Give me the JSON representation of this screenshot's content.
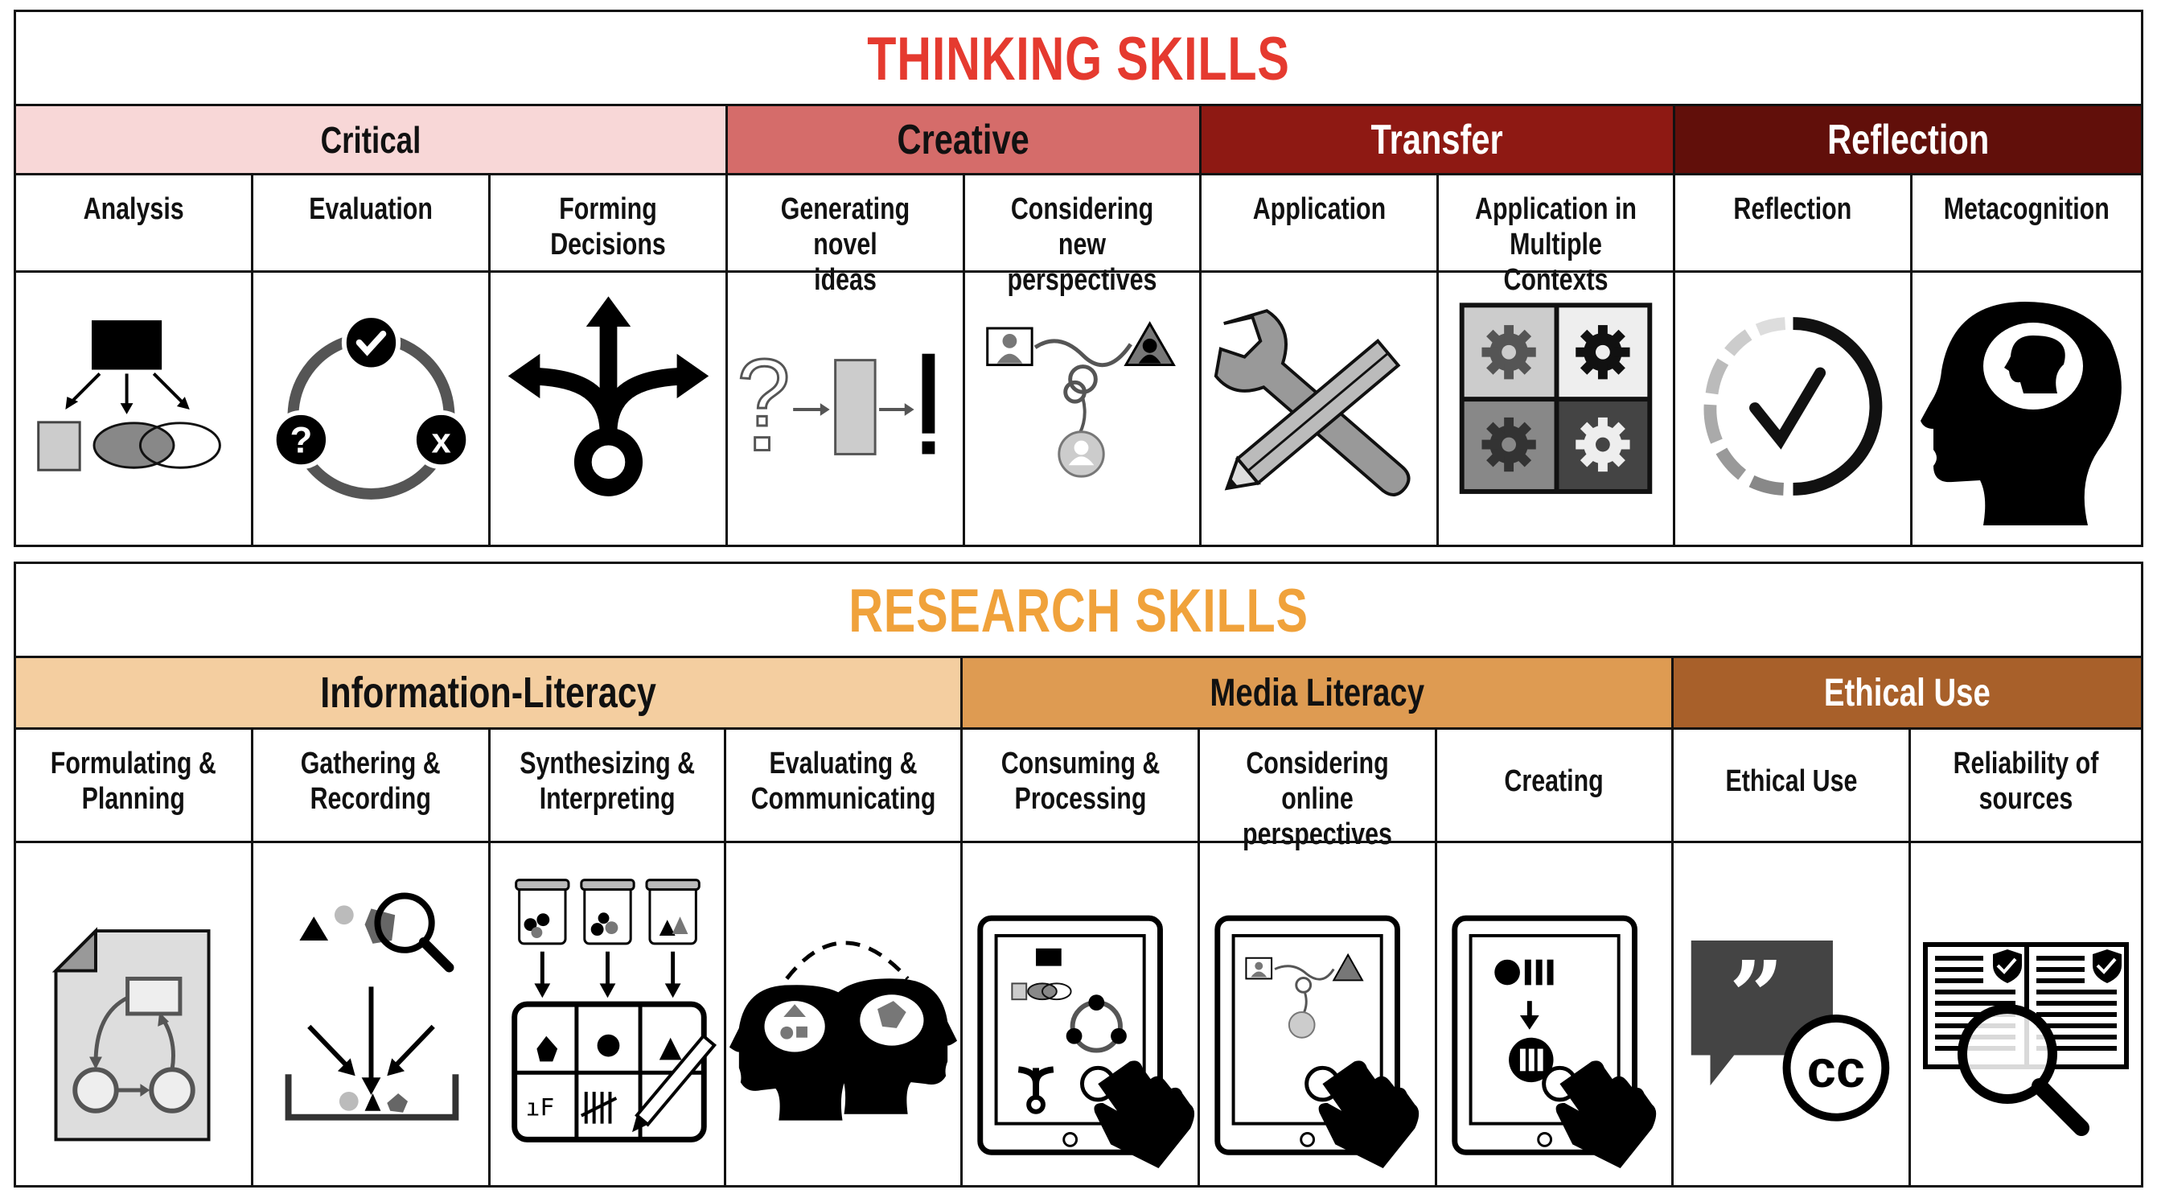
{
  "thinking": {
    "title": "THINKING SKILLS",
    "title_color": "#e53a2f",
    "categories": [
      {
        "label": "Critical",
        "bg": "#f8d7d7",
        "fg": "#111111"
      },
      {
        "label": "Creative",
        "bg": "#d56c6a",
        "fg": "#111111"
      },
      {
        "label": "Transfer",
        "bg": "#8e1913",
        "fg": "#ffffff"
      },
      {
        "label": "Reflection",
        "bg": "#610f0a",
        "fg": "#ffffff"
      }
    ],
    "skills": [
      {
        "label": "Analysis",
        "icon": "analysis-icon"
      },
      {
        "label": "Evaluation",
        "icon": "evaluation-icon"
      },
      {
        "label": "Forming Decisions",
        "icon": "decision-arrows-icon"
      },
      {
        "label": "Generating novel\nideas",
        "icon": "idea-generation-icon"
      },
      {
        "label": "Considering new\nperspectives",
        "icon": "perspectives-icon"
      },
      {
        "label": "Application",
        "icon": "wrench-pencil-icon"
      },
      {
        "label": "Application in\nMultiple Contexts",
        "icon": "gears-grid-icon"
      },
      {
        "label": "Reflection",
        "icon": "progress-check-icon"
      },
      {
        "label": "Metacognition",
        "icon": "head-brain-icon"
      }
    ]
  },
  "research": {
    "title": "RESEARCH SKILLS",
    "title_color": "#f0a23b",
    "categories": [
      {
        "label": "Information-Literacy",
        "bg": "#f4cea0",
        "fg": "#111111"
      },
      {
        "label": "Media Literacy",
        "bg": "#de9b52",
        "fg": "#111111"
      },
      {
        "label": "Ethical Use",
        "bg": "#a8602a",
        "fg": "#ffffff"
      }
    ],
    "skills": [
      {
        "label": "Formulating &\nPlanning",
        "icon": "plan-document-icon"
      },
      {
        "label": "Gathering &\nRecording",
        "icon": "gathering-icon"
      },
      {
        "label": "Synthesizing &\nInterpreting",
        "icon": "synthesis-grid-icon"
      },
      {
        "label": "Evaluating &\nCommunicating",
        "icon": "two-heads-icon"
      },
      {
        "label": "Consuming &\nProcessing",
        "icon": "tablet-consume-icon"
      },
      {
        "label": "Considering online\nperspectives",
        "icon": "tablet-perspectives-icon"
      },
      {
        "label": "Creating",
        "icon": "tablet-create-icon"
      },
      {
        "label": "Ethical Use",
        "icon": "quote-cc-icon"
      },
      {
        "label": "Reliability of\nsources",
        "icon": "magnify-documents-icon"
      }
    ]
  }
}
